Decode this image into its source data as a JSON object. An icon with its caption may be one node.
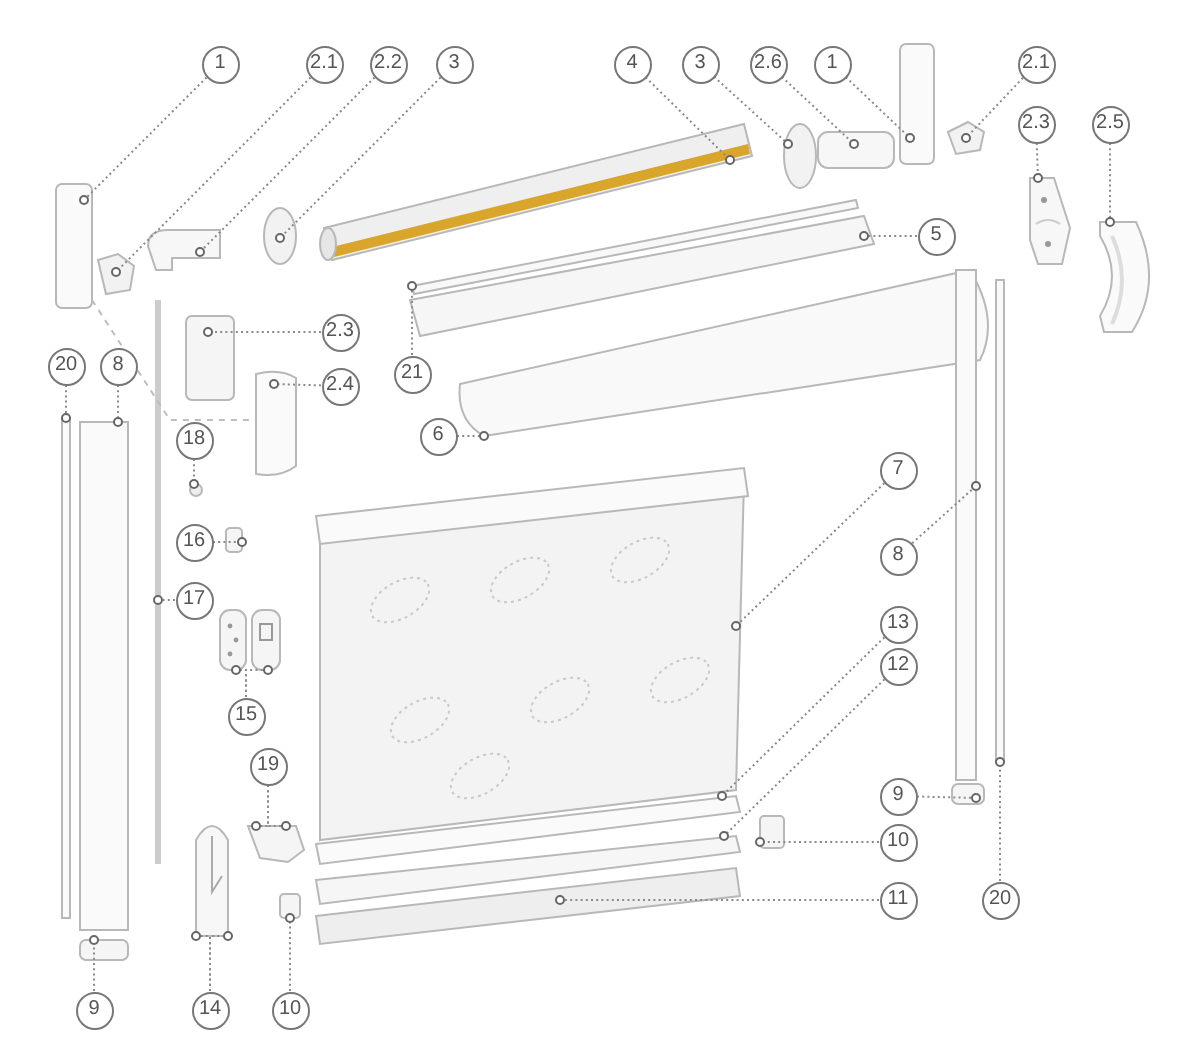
{
  "diagram": {
    "nodes": [
      {
        "text": [
          "1"
        ]
      },
      {
        "text": [
          "2.1"
        ]
      },
      {
        "text": [
          "2.2"
        ]
      },
      {
        "text": [
          "3"
        ]
      },
      {
        "text": [
          "4"
        ]
      },
      {
        "text": [
          "3"
        ]
      },
      {
        "text": [
          "2.6"
        ]
      },
      {
        "text": [
          "1"
        ]
      },
      {
        "text": [
          "2.1"
        ]
      },
      {
        "text": [
          "2.3"
        ]
      },
      {
        "text": [
          "2.5"
        ]
      },
      {
        "text": [
          "5"
        ]
      },
      {
        "text": [
          "2.3"
        ]
      },
      {
        "text": [
          "2.4"
        ]
      },
      {
        "text": [
          "21"
        ]
      },
      {
        "text": [
          "20"
        ]
      },
      {
        "text": [
          "8"
        ]
      },
      {
        "text": [
          "6"
        ]
      },
      {
        "text": [
          "18"
        ]
      },
      {
        "text": [
          "7"
        ]
      },
      {
        "text": [
          "16"
        ]
      },
      {
        "text": [
          "8"
        ]
      },
      {
        "text": [
          "17"
        ]
      },
      {
        "text": [
          "13"
        ]
      },
      {
        "text": [
          "12"
        ]
      },
      {
        "text": [
          "15"
        ]
      },
      {
        "text": [
          "19"
        ]
      },
      {
        "text": [
          "9"
        ]
      },
      {
        "text": [
          "10"
        ]
      },
      {
        "text": [
          "11"
        ]
      },
      {
        "text": [
          "20"
        ]
      },
      {
        "text": [
          "9"
        ]
      },
      {
        "text": [
          "14"
        ]
      },
      {
        "text": [
          "10"
        ]
      },
      {
        "text": [],
        "shape": "picture"
      },
      {
        "text": [],
        "shape": "picture"
      },
      {
        "text": [],
        "shape": "picture"
      },
      {
        "text": [],
        "shape": "picture"
      },
      {
        "text": [],
        "shape": "picture"
      },
      {
        "text": [],
        "shape": "picture"
      },
      {
        "text": [],
        "shape": "picture"
      },
      {
        "text": [],
        "shape": "picture"
      },
      {
        "text": [],
        "shape": "picture"
      },
      {
        "text": [],
        "shape": "picture"
      },
      {
        "text": [],
        "shape": "picture"
      },
      {
        "text": [],
        "shape": "picture"
      },
      {
        "text": [],
        "shape": "picture"
      },
      {
        "text": [],
        "shape": "picture"
      },
      {
        "text": [],
        "shape": "picture"
      },
      {
        "text": [],
        "shape": "bar"
      },
      {
        "text": [],
        "shape": "circle"
      },
      {
        "text": [],
        "shape": "picture"
      },
      {
        "text": [],
        "shape": "box"
      },
      {
        "text": [],
        "shape": "bar"
      },
      {
        "text": [],
        "shape": "picture"
      },
      {
        "text": [],
        "shape": "picture"
      },
      {
        "text": [],
        "shape": "picture"
      },
      {
        "text": [],
        "shape": "picture"
      },
      {
        "text": [],
        "shape": "picture"
      },
      {
        "text": [],
        "shape": "picture"
      },
      {
        "text": [],
        "shape": "picture"
      },
      {
        "text": [],
        "shape": "picture"
      },
      {
        "text": [],
        "shape": "picture"
      },
      {
        "text": [],
        "shape": "picture"
      },
      {
        "text": [],
        "shape": "picture"
      },
      {
        "text": [],
        "shape": "picture"
      },
      {
        "text": [],
        "shape": "picture"
      },
      {
        "text": [],
        "shape": "bar"
      },
      {
        "text": [],
        "shape": "bar"
      }
    ],
    "edges": [
      {
        "from": 0,
        "to": 34,
        "arrow": "none"
      },
      {
        "from": 1,
        "to": 35,
        "arrow": "none"
      },
      {
        "from": 2,
        "to": 36,
        "arrow": "none"
      },
      {
        "from": 3,
        "to": 37,
        "arrow": "none"
      },
      {
        "from": 4,
        "to": 38,
        "arrow": "none"
      },
      {
        "from": 5,
        "to": 39,
        "arrow": "none"
      },
      {
        "from": 6,
        "to": 40,
        "arrow": "none"
      },
      {
        "from": 7,
        "to": 41,
        "arrow": "none"
      },
      {
        "from": 8,
        "to": 42,
        "arrow": "none"
      },
      {
        "from": 9,
        "to": 43,
        "arrow": "none"
      },
      {
        "from": 10,
        "to": 44,
        "arrow": "none"
      },
      {
        "from": 11,
        "to": 45,
        "arrow": "none"
      },
      {
        "from": 12,
        "to": 46,
        "arrow": "none"
      },
      {
        "from": 13,
        "to": 47,
        "arrow": "none"
      },
      {
        "from": 14,
        "to": 66,
        "arrow": "none"
      },
      {
        "from": 15,
        "to": 49,
        "arrow": "none"
      },
      {
        "from": 16,
        "to": 53,
        "arrow": "none"
      },
      {
        "from": 17,
        "to": 48,
        "arrow": "none"
      },
      {
        "from": 18,
        "to": 50,
        "arrow": "none"
      },
      {
        "from": 19,
        "to": 51,
        "arrow": "none"
      },
      {
        "from": 20,
        "to": 52,
        "arrow": "none"
      },
      {
        "from": 21,
        "to": 67,
        "arrow": "none"
      },
      {
        "from": 22,
        "to": 54,
        "arrow": "none"
      },
      {
        "from": 23,
        "to": 55,
        "arrow": "none"
      },
      {
        "from": 24,
        "to": 56,
        "arrow": "none"
      },
      {
        "from": 25,
        "to": 57,
        "arrow": "none"
      },
      {
        "from": 25,
        "to": 58,
        "arrow": "none"
      },
      {
        "from": 26,
        "to": 59,
        "arrow": "none"
      },
      {
        "from": 26,
        "to": 59,
        "arrow": "none"
      },
      {
        "from": 27,
        "to": 60,
        "arrow": "none"
      },
      {
        "from": 28,
        "to": 61,
        "arrow": "none"
      },
      {
        "from": 29,
        "to": 62,
        "arrow": "none"
      },
      {
        "from": 30,
        "to": 68,
        "arrow": "none"
      },
      {
        "from": 31,
        "to": 63,
        "arrow": "none"
      },
      {
        "from": 32,
        "to": 64,
        "arrow": "none"
      },
      {
        "from": 32,
        "to": 64,
        "arrow": "none"
      },
      {
        "from": 33,
        "to": 65,
        "arrow": "none"
      },
      {
        "from": 34,
        "to": 47,
        "arrow": "none",
        "style": "dashed"
      }
    ]
  }
}
